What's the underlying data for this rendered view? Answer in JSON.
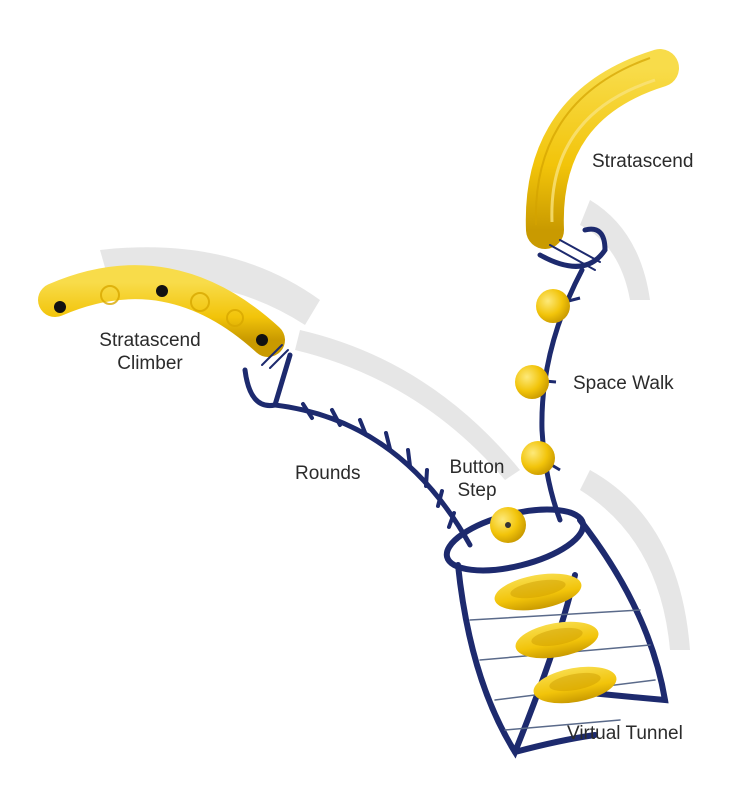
{
  "labels": {
    "stratascend_top": "Stratascend",
    "stratascend_climber_line1": "Stratascend",
    "stratascend_climber_line2": "Climber",
    "space_walk": "Space Walk",
    "rounds": "Rounds",
    "button_step_line1": "Button",
    "button_step_line2": "Step",
    "virtual_tunnel": "Virtual Tunnel"
  },
  "colors": {
    "frame": "#1d2a6e",
    "yellow": "#f2c40a",
    "yellow_light": "#f8dc4a",
    "yellow_dark": "#c99a00",
    "shadow": "#d9d9d9",
    "text": "#2b2b2b"
  }
}
